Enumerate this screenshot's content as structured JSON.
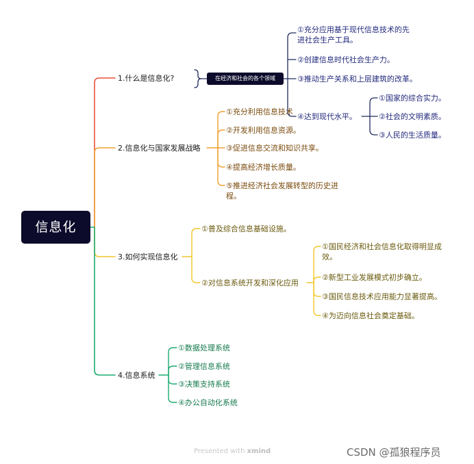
{
  "root": "信息化",
  "tag": "在经济和社会的各个领域",
  "branches": {
    "b1": {
      "label": "1.什么是信息化?",
      "items": [
        "①充分应用基于现代信息技术的先进社会生产工具。",
        "②创建信息时代社会生产力。",
        "③推动生产关系和上层建筑的改革。",
        "④达到现代水平。"
      ],
      "sub": [
        "①国家的综合实力。",
        "②社会的文明素质。",
        "③人民的生活质量。"
      ]
    },
    "b2": {
      "label": "2.信息化与国家发展战略",
      "items": [
        "①充分利用信息技术",
        "②开发利用信息资源。",
        "③促进信息交流和知识共享。",
        "④提高经济增长质量。",
        "⑤推进经济社会发展转型的历史进程。"
      ]
    },
    "b3": {
      "label": "3.如何实现信息化",
      "items": [
        "①普及综合信息基础设施。",
        "②对信息系统开发和深化应用"
      ],
      "sub": [
        "①国民经济和社会信息化取得明显成效。",
        "②新型工业发展模式初步确立。",
        "③国民信息技术应用能力显著提高。",
        "④为迈向信息社会奠定基础。"
      ]
    },
    "b4": {
      "label": "4.信息系统",
      "items": [
        "①数据处理系统",
        "②管理信息系统",
        "③决策支持系统",
        "④办公自动化系统"
      ]
    }
  },
  "footer": {
    "prefix": "Presented with",
    "brand": "xmind"
  },
  "watermark": "CSDN @孤狼程序员",
  "colors": {
    "branch1": "#e8503a",
    "branch2": "#f0a030",
    "branch3": "#f2c62a",
    "branch4": "#1aab72",
    "root_bg": "#0d0b2b"
  }
}
